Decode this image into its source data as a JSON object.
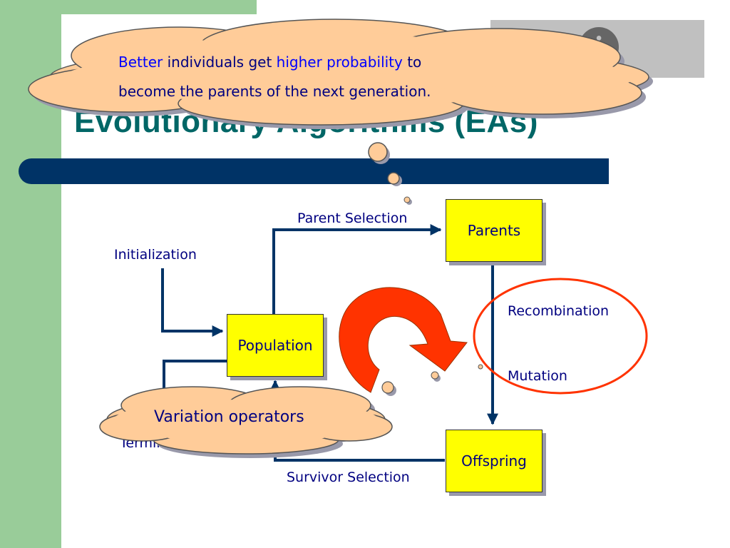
{
  "slide": {
    "title": "Evolutionary Algorithms (EAs)"
  },
  "callout_top": {
    "word1": "Better",
    "text1": " individuals get ",
    "word2": "higher probability",
    "text2": " to",
    "line2": "become the parents of the next generation."
  },
  "callout_bottom": {
    "text": "Variation operators"
  },
  "diagram": {
    "boxes": {
      "population": "Population",
      "parents": "Parents",
      "offspring": "Offspring"
    },
    "labels": {
      "initialization": "Initialization",
      "parent_selection": "Parent Selection",
      "recombination": "Recombination",
      "mutation": "Mutation",
      "survivor_selection": "Survivor Selection",
      "termination": "Termination"
    }
  },
  "colors": {
    "sidebar": "#99cc99",
    "title": "#006666",
    "title_bar": "#003366",
    "box_fill": "#ffff00",
    "text": "#000080",
    "highlight": "#0000ff",
    "cloud_fill": "#ffcc99",
    "cycle_arrow": "#ff3300",
    "ellipse": "#ff3300"
  },
  "icons": {
    "info": "info-icon",
    "cycle": "circular-arrow-icon"
  }
}
